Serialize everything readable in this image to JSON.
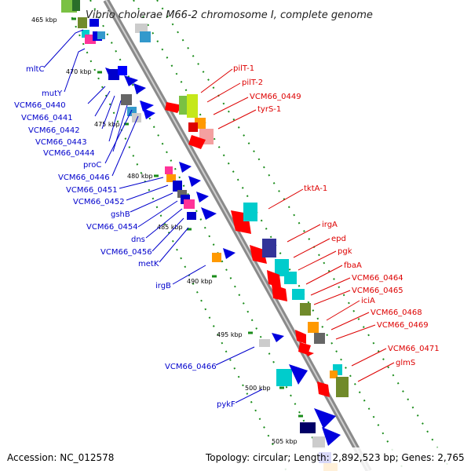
{
  "title": "Vibrio cholerae M66-2 chromosome I, complete genome",
  "footer": {
    "accession": "Accession: NC_012578",
    "topology": "Topology: circular; Length: 2,892,523 bp; Genes: 2,765"
  },
  "colors": {
    "left_label": "#0000cc",
    "right_label": "#dd0000",
    "backbone": "#808080",
    "tick": "#1a8c1a"
  },
  "kbp_ticks": [
    "465 kbp",
    "470 kbp",
    "475 kbp",
    "480 kbp",
    "485 kbp",
    "490 kbp",
    "495 kbp",
    "500 kbp",
    "505 kbp"
  ],
  "left_genes": [
    "mltC",
    "mutY",
    "VCM66_0440",
    "VCM66_0441",
    "VCM66_0442",
    "VCM66_0443",
    "VCM66_0444",
    "proC",
    "VCM66_0446",
    "VCM66_0451",
    "VCM66_0452",
    "gshB",
    "VCM66_0454",
    "dns",
    "VCM66_0456",
    "metK",
    "irgB",
    "VCM66_0466",
    "pykF"
  ],
  "right_genes": [
    "pilT-1",
    "pilT-2",
    "VCM66_0449",
    "tyrS-1",
    "tktA-1",
    "irgA",
    "epd",
    "pgk",
    "fbaA",
    "VCM66_0464",
    "VCM66_0465",
    "iciA",
    "VCM66_0468",
    "VCM66_0469",
    "VCM66_0471",
    "glmS"
  ]
}
